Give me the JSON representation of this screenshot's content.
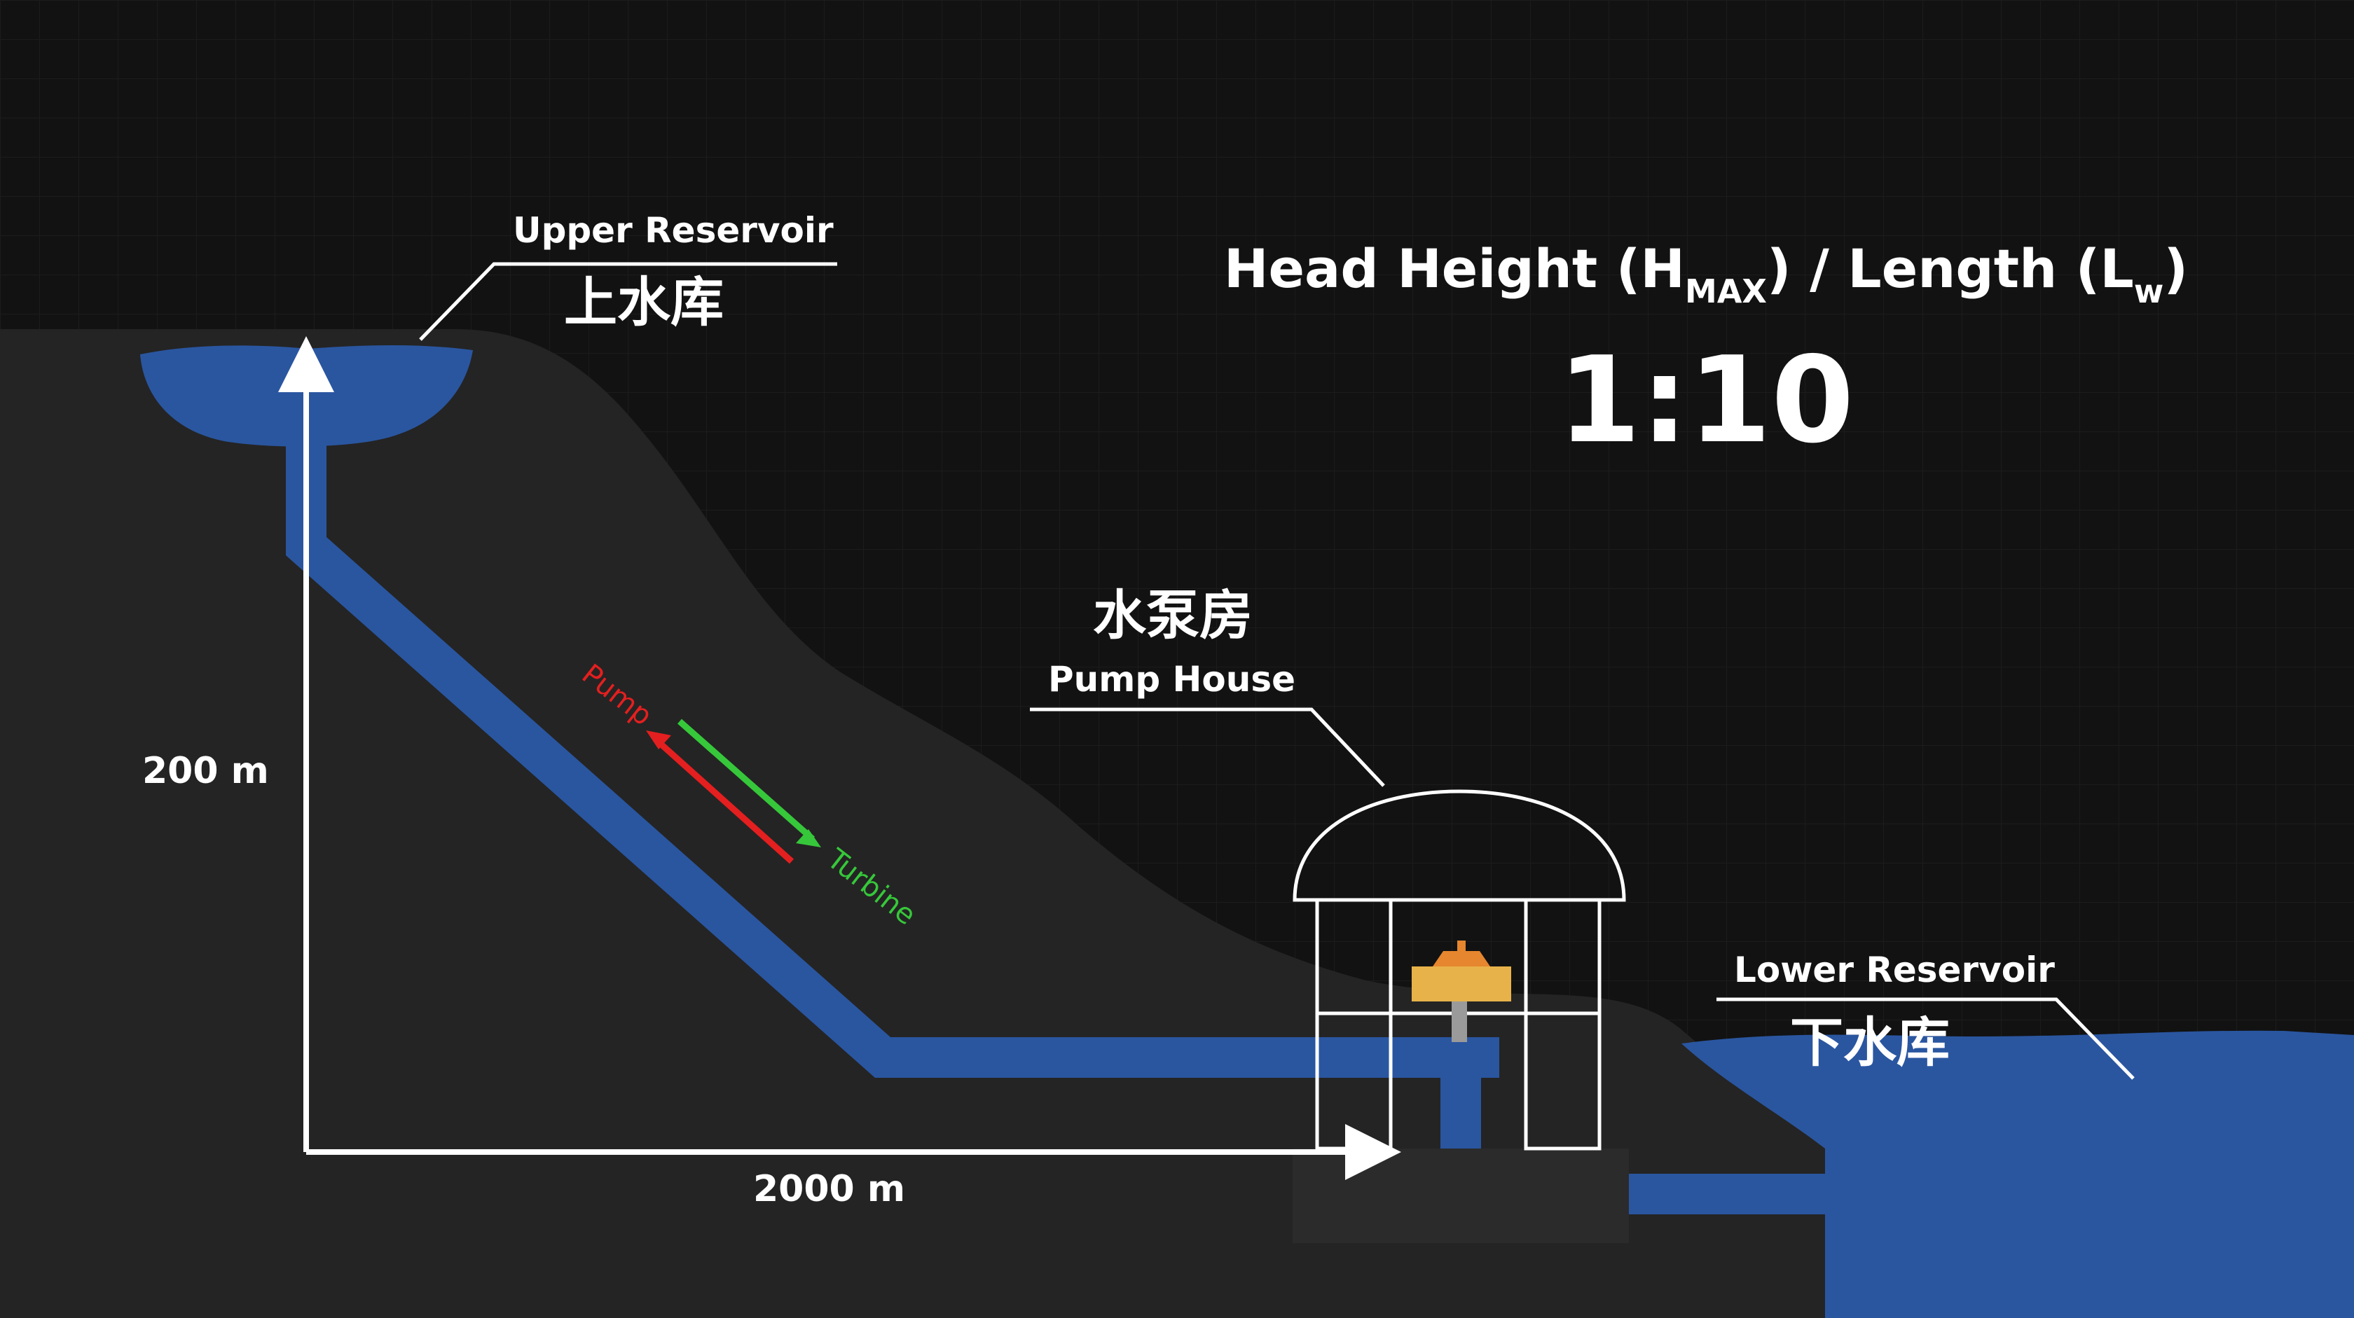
{
  "labels": {
    "upper_reservoir_en": "Upper Reservoir",
    "upper_reservoir_cn": "上水库",
    "pump_house_cn": "水泵房",
    "pump_house_en": "Pump House",
    "lower_reservoir_en": "Lower Reservoir",
    "lower_reservoir_cn": "下水库",
    "height_dim": "200 m",
    "length_dim": "2000 m",
    "pump": "Pump",
    "turbine": "Turbine"
  },
  "formula": {
    "prefix": "Head Height (H",
    "h_sub": "MAX",
    "mid": ")  /  Length (L",
    "l_sub": "w",
    "suffix": ")",
    "ratio": "1:10"
  },
  "colors": {
    "background": "#121212",
    "terrain": "#242424",
    "water": "#2a56a0",
    "pump_arrow": "#e41f1f",
    "turbine_arrow": "#36c83a",
    "generator": "#e8b24a"
  }
}
